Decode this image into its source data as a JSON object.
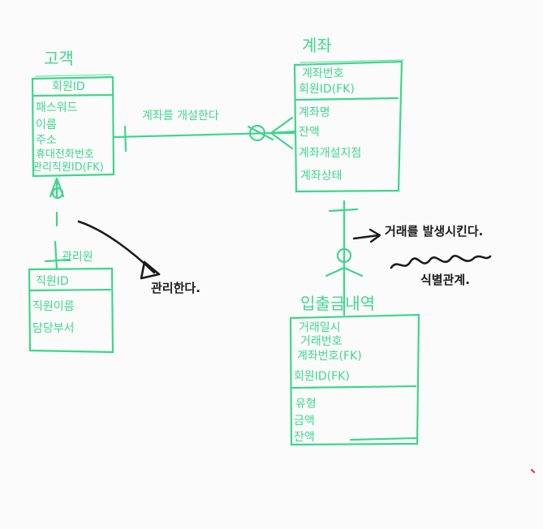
{
  "colors": {
    "ink_green": "#3fd68c",
    "ink_black": "#1b1b1b",
    "dot_red": "#e53935",
    "background": "#fbfbfb"
  },
  "entities": {
    "customer": {
      "title": "고객",
      "pk": "회원ID",
      "attributes": [
        "패스워드",
        "이름",
        "주소",
        "휴대전화번호",
        "관리직원ID(FK)"
      ]
    },
    "manager": {
      "title": "관리원",
      "pk": "직원ID",
      "attributes": [
        "직원이름",
        "담당부서"
      ]
    },
    "account": {
      "title": "계좌",
      "keys": [
        "계좌번호",
        "회원ID(FK)"
      ],
      "attributes": [
        "계좌명",
        "잔액",
        "계좌개설지점",
        "계좌상태"
      ]
    },
    "transaction": {
      "title": "입출금내역",
      "keys": [
        "거래일시",
        "거래번호",
        "계좌번호(FK)",
        "회원ID(FK)"
      ],
      "attributes": [
        "유형",
        "금액",
        "잔액"
      ]
    }
  },
  "relationships": {
    "customer_account": "계좌를 개설한다",
    "customer_manager_note": "관리한다.",
    "account_transaction_note": "거래를 발생시킨다.",
    "account_transaction_type": "식별관계."
  }
}
